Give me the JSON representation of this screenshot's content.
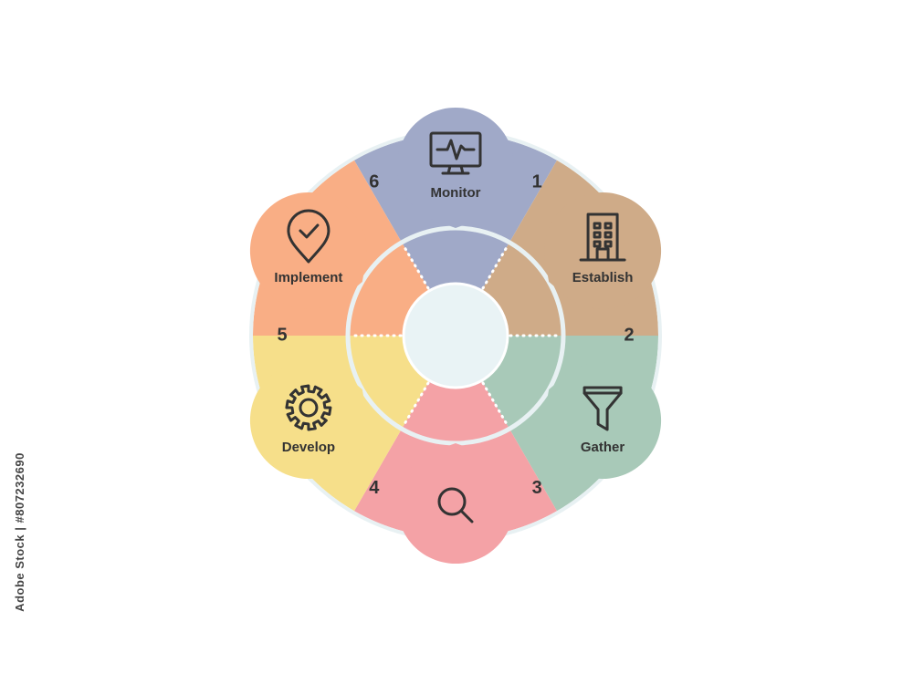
{
  "stages": [
    {
      "label": "Monitor",
      "number": "6",
      "color": "#a0a9c8",
      "icon": "monitor-icon"
    },
    {
      "label": "Establish",
      "number": "1",
      "color": "#cfab88",
      "icon": "building-icon"
    },
    {
      "label": "Gather",
      "number": "2",
      "color": "#a8c9b8",
      "icon": "funnel-icon"
    },
    {
      "label": "",
      "number": "3",
      "color": "#f4a2a6",
      "icon": "search-icon"
    },
    {
      "label": "Develop",
      "number": "4",
      "color": "#f6df8a",
      "icon": "gear-icon"
    },
    {
      "label": "Implement",
      "number": "5",
      "color": "#f9ae85",
      "icon": "location-check-icon"
    }
  ],
  "colors": {
    "outline": "#e8f1f3",
    "center": "#e9f3f5",
    "text": "#333333"
  },
  "watermark": "Adobe Stock | #807232690"
}
